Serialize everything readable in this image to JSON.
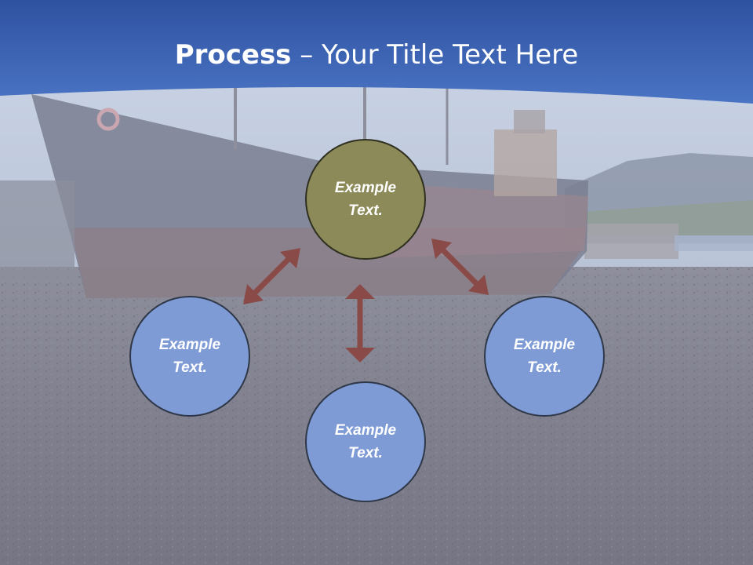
{
  "title": {
    "bold": "Process",
    "rest": " – Your Title Text Here"
  },
  "nodes": {
    "center": {
      "line1": "Example",
      "line2": "Text."
    },
    "left": {
      "line1": "Example",
      "line2": "Text."
    },
    "bottom": {
      "line1": "Example",
      "line2": "Text."
    },
    "right": {
      "line1": "Example",
      "line2": "Text."
    }
  },
  "colors": {
    "header": "#3f68b8",
    "center_node": "#8c8a58",
    "outer_node": "#7f9bd6",
    "arrow": "#8a4b48"
  }
}
